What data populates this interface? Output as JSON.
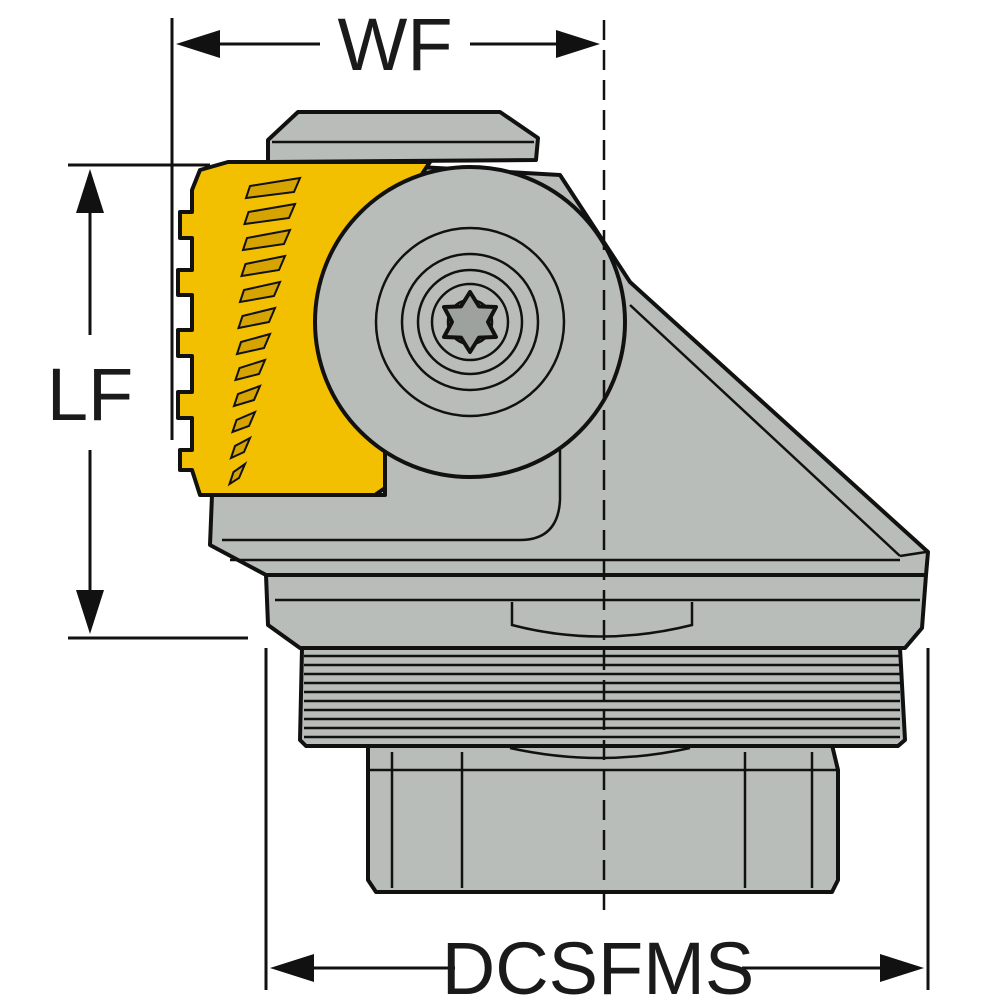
{
  "dimensions": {
    "wf": "WF",
    "lf": "LF",
    "dcsfms": "DCSFMS"
  },
  "colors": {
    "body": "#b9bdb9",
    "body_dark": "#a6aaa6",
    "insert": "#f2c000",
    "insert_dark": "#c99a00",
    "outline": "#111111"
  }
}
